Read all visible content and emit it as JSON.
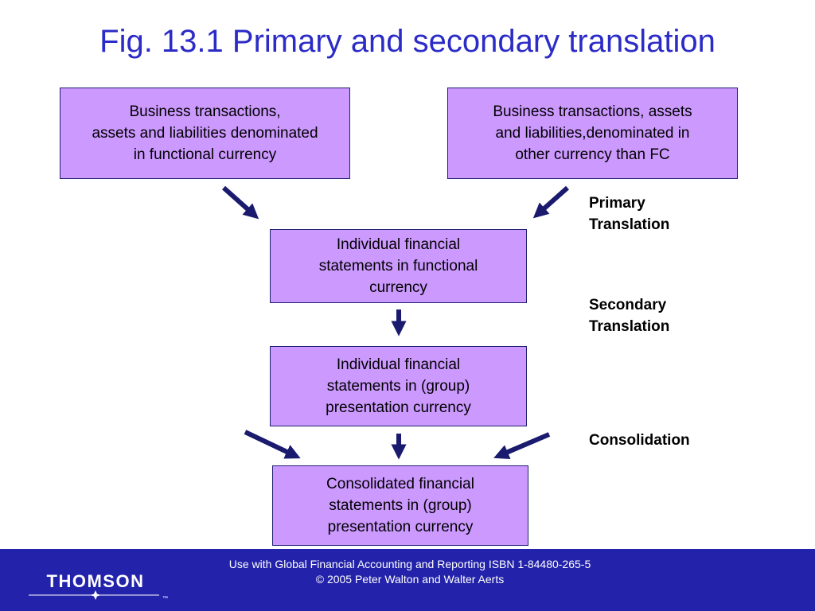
{
  "slide": {
    "title": "Fig. 13.1 Primary and secondary translation"
  },
  "boxes": {
    "top_left": [
      "Business transactions,",
      "assets and liabilities denominated",
      "in functional currency"
    ],
    "top_right": [
      "Business transactions, assets",
      "and liabilities,denominated in",
      "other currency than FC"
    ],
    "functional": [
      "Individual financial",
      "statements in functional",
      "currency"
    ],
    "presentation": [
      "Individual financial",
      "statements in (group)",
      "presentation currency"
    ],
    "consolidated": [
      "Consolidated financial",
      "statements in (group)",
      "presentation currency"
    ]
  },
  "stage_labels": {
    "primary": [
      "Primary",
      "Translation"
    ],
    "secondary": [
      "Secondary",
      "Translation"
    ],
    "consolidation": [
      "Consolidation"
    ]
  },
  "footer": {
    "line1": "Use with Global Financial Accounting and Reporting ISBN 1-84480-265-5",
    "line2": "© 2005 Peter Walton and Walter Aerts",
    "logo_text": "THOMSON",
    "logo_mark": "™"
  },
  "colors": {
    "title": "#2b2bc7",
    "box_fill": "#cc99ff",
    "arrow": "#1a1a6e",
    "footer_bg": "#2222aa"
  }
}
